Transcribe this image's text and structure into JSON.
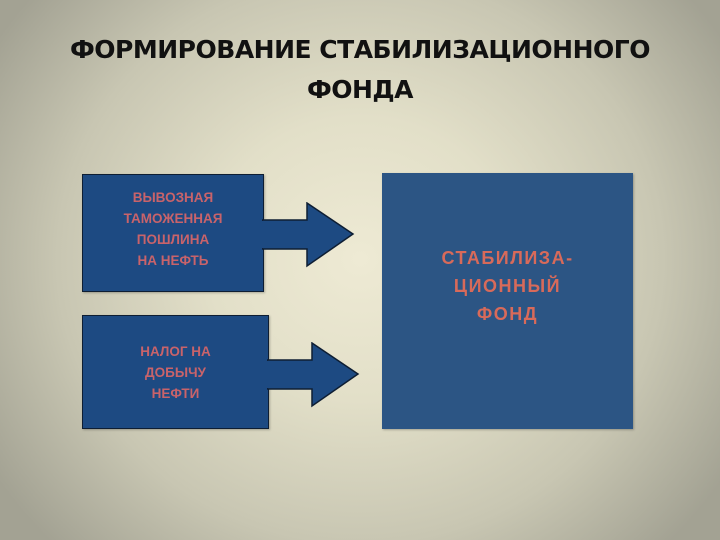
{
  "slide": {
    "title_line1": "ФОРМИРОВАНИЕ СТАБИЛИЗАЦИОННОГО",
    "title_line2": "ФОНДА"
  },
  "sources": [
    {
      "lines": [
        "ВЫВОЗНАЯ",
        "ТАМОЖЕННАЯ",
        "ПОШЛИНА",
        "НА НЕФТЬ"
      ]
    },
    {
      "lines": [
        "НАЛОГ НА",
        "ДОБЫЧУ",
        "НЕФТИ"
      ]
    }
  ],
  "target": {
    "lines": [
      "СТАБИЛИЗА-",
      "ЦИОННЫЙ",
      "ФОНД"
    ]
  },
  "colors": {
    "box_fill": "#1d4a82",
    "target_fill": "#2c5584",
    "text_accent": "#c9636a",
    "title_text": "#111111"
  }
}
